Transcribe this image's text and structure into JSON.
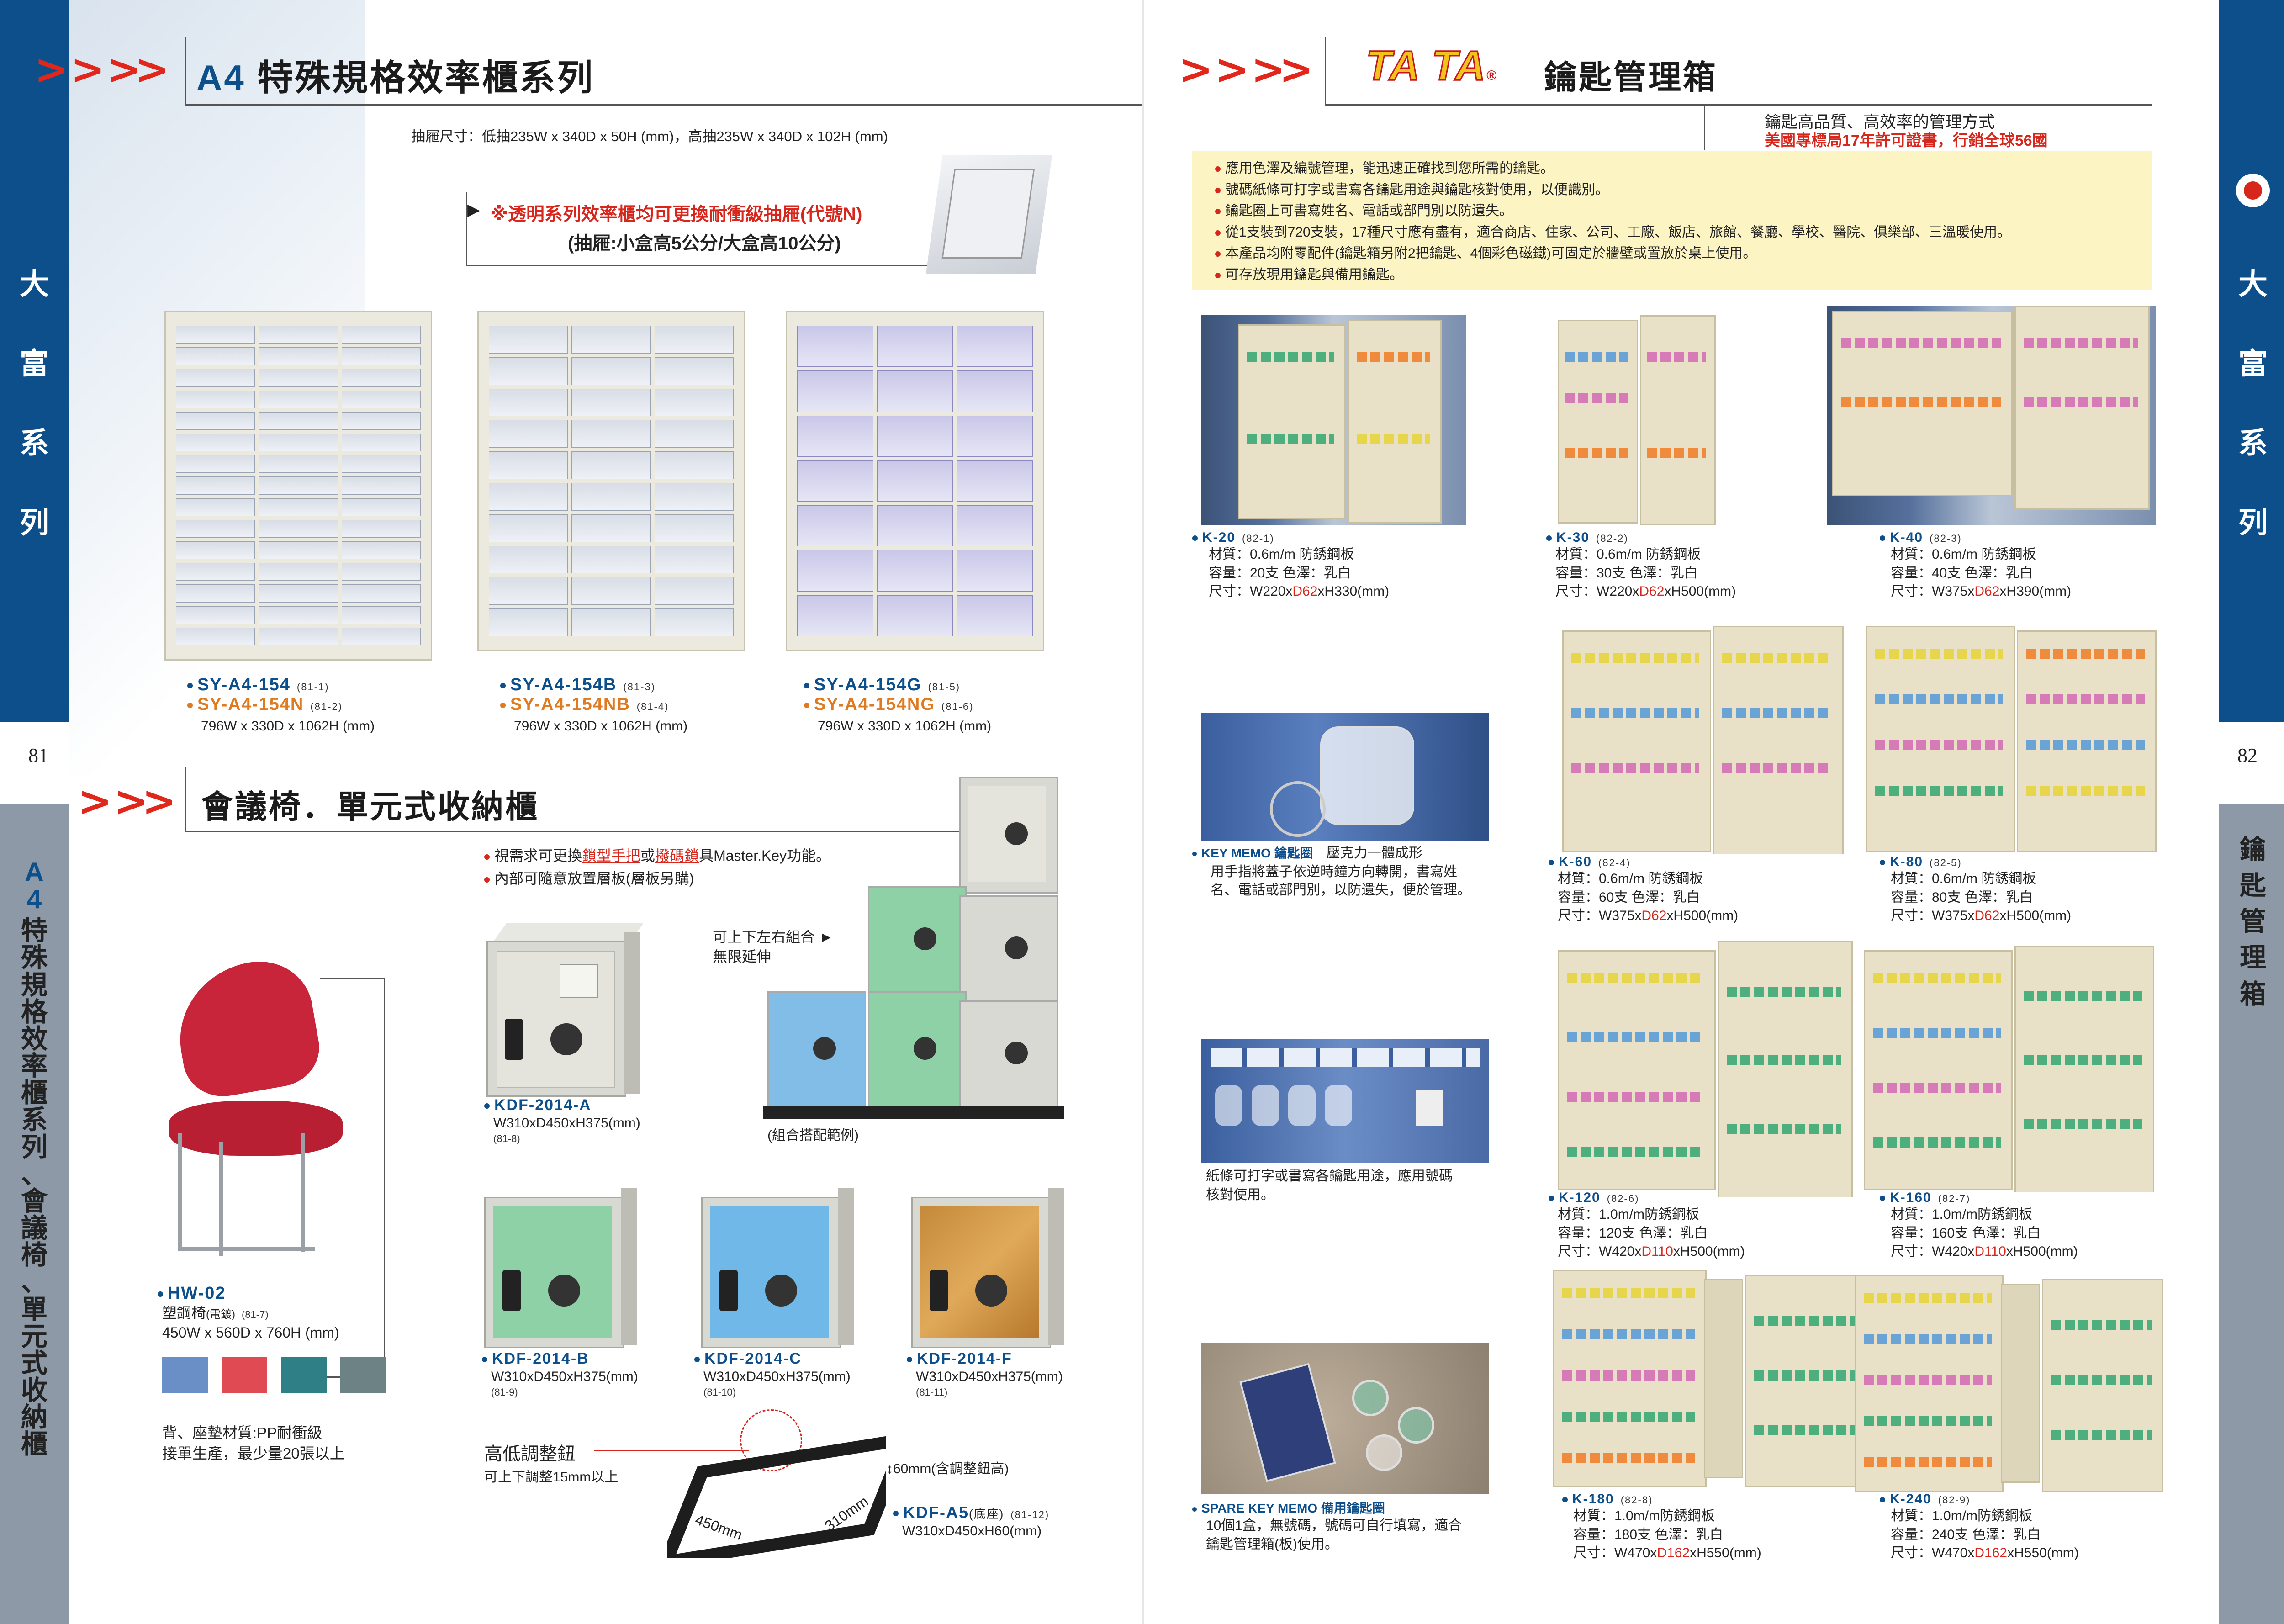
{
  "left_band": {
    "top_text": [
      "大",
      "富",
      "系",
      "列"
    ],
    "page_num": "81",
    "bottom_text": [
      "A",
      "4",
      "特",
      "殊",
      "規",
      "格",
      "效",
      "率",
      "櫃",
      "系",
      "列",
      "、",
      "會",
      "議",
      "椅",
      "、",
      "單",
      "元",
      "式",
      "收",
      "納",
      "櫃"
    ]
  },
  "right_band": {
    "top_text": [
      "大",
      "富",
      "系",
      "列"
    ],
    "page_num": "82",
    "bottom_text": [
      "鑰",
      "匙",
      "管",
      "理",
      "箱"
    ]
  },
  "a4": {
    "title_prefix": "A4",
    "title": " 特殊規格效率櫃系列",
    "drawer_size": "抽屜尺寸：低抽235W x 340D x 50H (mm)，高抽235W x 340D x 102H (mm)",
    "notice_line1": "※透明系列效率櫃均可更換耐衝級抽屜(代號N)",
    "notice_line2": "(抽屜:小盒高5公分/大盒高10公分)",
    "products": [
      {
        "model1": "SY-A4-154",
        "code1": "(81-1)",
        "model2": "SY-A4-154N",
        "code2": "(81-2)",
        "size": "796W x 330D x 1062H (mm)"
      },
      {
        "model1": "SY-A4-154B",
        "code1": "(81-3)",
        "model2": "SY-A4-154NB",
        "code2": "(81-4)",
        "size": "796W x 330D x 1062H (mm)"
      },
      {
        "model1": "SY-A4-154G",
        "code1": "(81-5)",
        "model2": "SY-A4-154NG",
        "code2": "(81-6)",
        "size": "796W x 330D x 1062H (mm)"
      }
    ]
  },
  "meeting": {
    "title": "會議椅．單元式收納櫃",
    "bullet1_a": "視需求可更換",
    "bullet1_b": "鎖型手把",
    "bullet1_c": "或",
    "bullet1_d": "撥碼鎖",
    "bullet1_e": "具Master.Key功能。",
    "bullet2": "內部可隨意放置層板(層板另購)",
    "combine_label": "可上下左右組合 ►",
    "combine_label2": "無限延伸",
    "combine_caption": "(組合搭配範例)",
    "chair": {
      "model": "HW-02",
      "desc": "塑鋼椅",
      "desc_small": "(電鍍)",
      "code": "(81-7)",
      "size": "450W x 560D x 760H (mm)",
      "material1": "背、座墊材質:PP耐衝級",
      "material2": "接單生產，最少量20張以上"
    },
    "swatch_colors": [
      "#6a8fc7",
      "#e04a52",
      "#2f7f86",
      "#6d8285"
    ],
    "kdf_a": {
      "model": "KDF-2014-A",
      "size": "W310xD450xH375(mm)",
      "code": "(81-8)"
    },
    "kdf_b": {
      "model": "KDF-2014-B",
      "size": "W310xD450xH375(mm)",
      "code": "(81-9)"
    },
    "kdf_c": {
      "model": "KDF-2014-C",
      "size": "W310xD450xH375(mm)",
      "code": "(81-10)"
    },
    "kdf_f": {
      "model": "KDF-2014-F",
      "size": "W310xD450xH375(mm)",
      "code": "(81-11)"
    },
    "base": {
      "label": "高低調整鈕",
      "label2": "可上下調整15mm以上",
      "height_note": "60mm(含調整鈕高)",
      "dim_w": "450mm",
      "dim_d": "310mm",
      "model": "KDF-A5",
      "model_note": "(底座)",
      "code": "(81-12)",
      "size": "W310xD450xH60(mm)"
    }
  },
  "keybox": {
    "brand": "TA TA",
    "title": "鑰匙管理箱",
    "tagline": "鑰匙高品質、高效率的管理方式",
    "patent": "美國專標局17年許可證書，行銷全球56國",
    "bullets": [
      "應用色澤及編號管理，能迅速正確找到您所需的鑰匙。",
      "號碼紙條可打字或書寫各鑰匙用途與鑰匙核對使用，以便識別。",
      "鑰匙圈上可書寫姓名、電話或部門別以防遺失。",
      "從1支裝到720支裝，17種尺寸應有盡有，適合商店、住家、公司、工廠、飯店、旅館、餐廳、學校、醫院、俱樂部、三溫暖使用。",
      "本產品均附零配件(鑰匙箱另附2把鑰匙、4個彩色磁鐵)可固定於牆壁或置放於桌上使用。",
      "可存放現用鑰匙與備用鑰匙。"
    ],
    "memo": {
      "title": "KEY MEMO 鑰匙圈",
      "title2": "壓克力一體成形",
      "text1": "用手指將蓋子依逆時鐘方向轉開，書寫姓",
      "text2": "名、電話或部門別，以防遺失，便於管理。"
    },
    "strip_text1": "紙條可打字或書寫各鑰匙用途，應用號碼",
    "strip_text2": "核對使用。",
    "spare": {
      "title": "SPARE KEY MEMO 備用鑰匙圈",
      "text1": "10個1盒，無號碼，號碼可自行填寫，適合",
      "text2": "鑰匙管理箱(板)使用。"
    },
    "models": [
      {
        "model": "K-20",
        "code": "(82-1)",
        "material": "材質：0.6m/m 防銹鋼板",
        "capacity": "容量：20支  色澤：乳白",
        "size_a": "尺寸：W220x",
        "size_d": "D62",
        "size_b": "xH330(mm)"
      },
      {
        "model": "K-30",
        "code": "(82-2)",
        "material": "材質：0.6m/m 防銹鋼板",
        "capacity": "容量：30支  色澤：乳白",
        "size_a": "尺寸：W220x",
        "size_d": "D62",
        "size_b": "xH500(mm)"
      },
      {
        "model": "K-40",
        "code": "(82-3)",
        "material": "材質：0.6m/m 防銹鋼板",
        "capacity": "容量：40支  色澤：乳白",
        "size_a": "尺寸：W375x",
        "size_d": "D62",
        "size_b": "xH390(mm)"
      },
      {
        "model": "K-60",
        "code": "(82-4)",
        "material": "材質：0.6m/m 防銹鋼板",
        "capacity": "容量：60支  色澤：乳白",
        "size_a": "尺寸：W375x",
        "size_d": "D62",
        "size_b": "xH500(mm)"
      },
      {
        "model": "K-80",
        "code": "(82-5)",
        "material": "材質：0.6m/m 防銹鋼板",
        "capacity": "容量：80支  色澤：乳白",
        "size_a": "尺寸：W375x",
        "size_d": "D62",
        "size_b": "xH500(mm)"
      },
      {
        "model": "K-120",
        "code": "(82-6)",
        "material": "材質：1.0m/m防銹鋼板",
        "capacity": "容量：120支 色澤：乳白",
        "size_a": "尺寸：W420x",
        "size_d": "D110",
        "size_b": "xH500(mm)"
      },
      {
        "model": "K-160",
        "code": "(82-7)",
        "material": "材質：1.0m/m防銹鋼板",
        "capacity": "容量：160支 色澤：乳白",
        "size_a": "尺寸：W420x",
        "size_d": "D110",
        "size_b": "xH500(mm)"
      },
      {
        "model": "K-180",
        "code": "(82-8)",
        "material": "材質：1.0m/m防銹鋼板",
        "capacity": "容量：180支 色澤：乳白",
        "size_a": "尺寸：W470x",
        "size_d": "D162",
        "size_b": "xH550(mm)"
      },
      {
        "model": "K-240",
        "code": "(82-9)",
        "material": "材質：1.0m/m防銹鋼板",
        "capacity": "容量：240支 色澤：乳白",
        "size_a": "尺寸：W470x",
        "size_d": "D162",
        "size_b": "xH550(mm)"
      }
    ]
  }
}
